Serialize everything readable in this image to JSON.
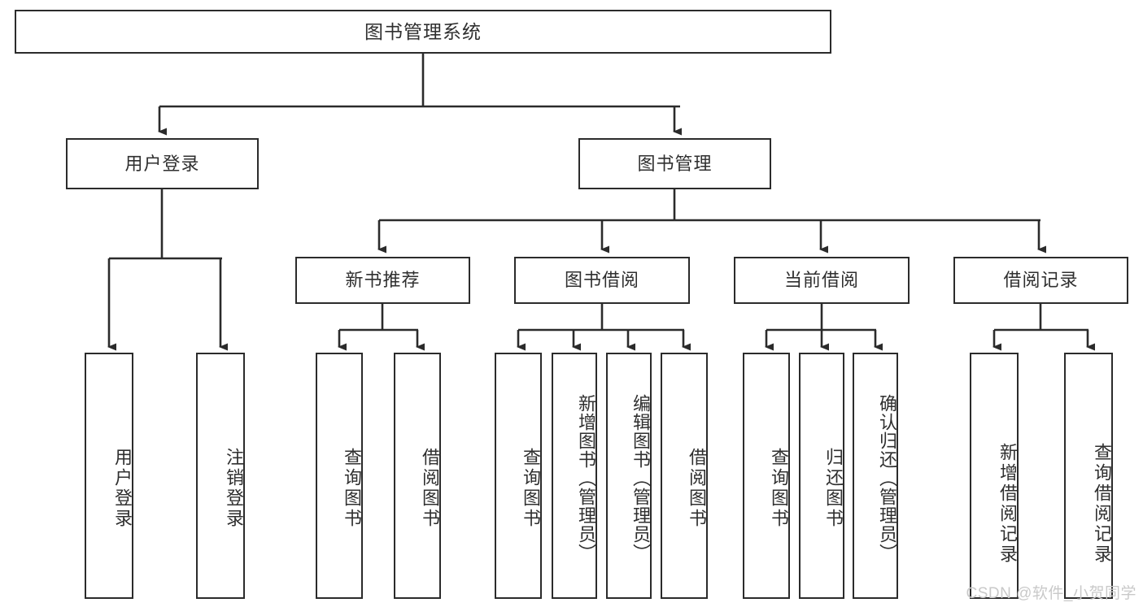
{
  "diagram": {
    "title": "图书管理系统",
    "type": "hierarchy-tree",
    "root": {
      "label": "图书管理系统"
    },
    "level2": [
      {
        "label": "用户登录"
      },
      {
        "label": "图书管理"
      }
    ],
    "level3": [
      {
        "label": "新书推荐"
      },
      {
        "label": "图书借阅"
      },
      {
        "label": "当前借阅"
      },
      {
        "label": "借阅记录"
      }
    ],
    "leaves": {
      "user_login": [
        {
          "label": "用户登录"
        },
        {
          "label": "注销登录"
        }
      ],
      "new_book_recommend": [
        {
          "label": "查询图书"
        },
        {
          "label": "借阅图书"
        }
      ],
      "book_borrow": [
        {
          "label": "查询图书"
        },
        {
          "label": "新增图书（管理员）"
        },
        {
          "label": "编辑图书（管理员）"
        },
        {
          "label": "借阅图书"
        }
      ],
      "current_borrow": [
        {
          "label": "查询图书"
        },
        {
          "label": "归还图书"
        },
        {
          "label": "确认归还（管理员）"
        }
      ],
      "borrow_record": [
        {
          "label": "新增借阅记录"
        },
        {
          "label": "查询借阅记录"
        }
      ]
    }
  },
  "watermark": {
    "text": "CSDN @软件_小贺同学"
  },
  "colors": {
    "stroke": "#2b2b2b",
    "text": "#2f2f2f",
    "background": "#ffffff",
    "watermark": "#c9c9c9"
  }
}
